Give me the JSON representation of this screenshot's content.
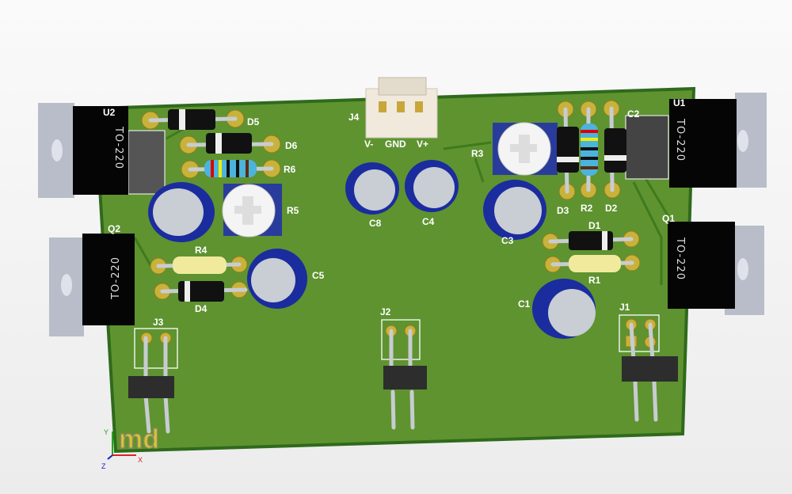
{
  "viewer": {
    "title": "PCB 3D view"
  },
  "board": {
    "color": "#5e9330",
    "edge": "#2f6a1c"
  },
  "components": {
    "U1": {
      "ref": "U1",
      "package": "TO-220"
    },
    "U2": {
      "ref": "U2",
      "package": "TO-220"
    },
    "Q1": {
      "ref": "Q1",
      "package": "TO-220"
    },
    "Q2": {
      "ref": "Q2",
      "package": "TO-220"
    },
    "D1": "D1",
    "D2": "D2",
    "D3": "D3",
    "D4": "D4",
    "D5": "D5",
    "D6": "D6",
    "R1": "R1",
    "R2": "R2",
    "R3": "R3",
    "R4": "R4",
    "R5": "R5",
    "R6": "R6",
    "C1": "C1",
    "C2": "C2",
    "C3": "C3",
    "C4": "C4",
    "C5": "C5",
    "C8": "C8",
    "J1": "J1",
    "J2": "J2",
    "J3": "J3",
    "J4": {
      "ref": "J4",
      "pins": [
        "V-",
        "GND",
        "V+"
      ]
    }
  },
  "logo": {
    "text": "md"
  },
  "axes": {
    "x": "X",
    "y": "Y",
    "z": "Z"
  }
}
